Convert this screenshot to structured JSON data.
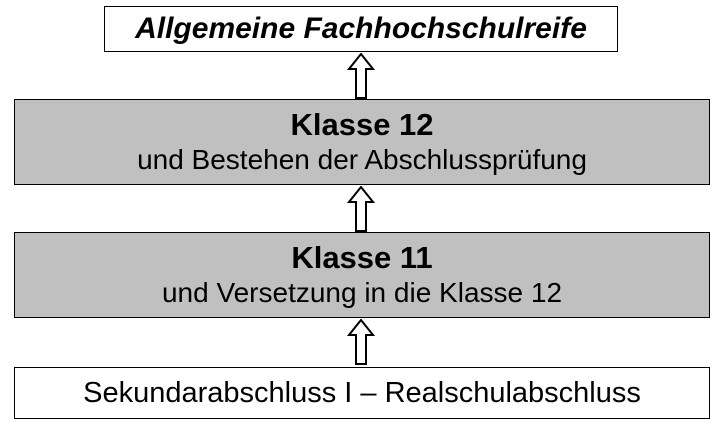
{
  "diagram": {
    "top_box": "Allgemeine Fachhochschulreife",
    "stage_12": {
      "title": "Klasse 12",
      "subtitle": "und Bestehen der Abschlussprüfung"
    },
    "stage_11": {
      "title": "Klasse 11",
      "subtitle": "und Versetzung in die Klasse 12"
    },
    "bottom_box": "Sekundarabschluss I – Realschulabschluss",
    "arrow_icon": "hollow-up-arrow-icon",
    "colors": {
      "stage_fill": "#c0c0c0",
      "border": "#000000",
      "background": "#ffffff"
    }
  }
}
